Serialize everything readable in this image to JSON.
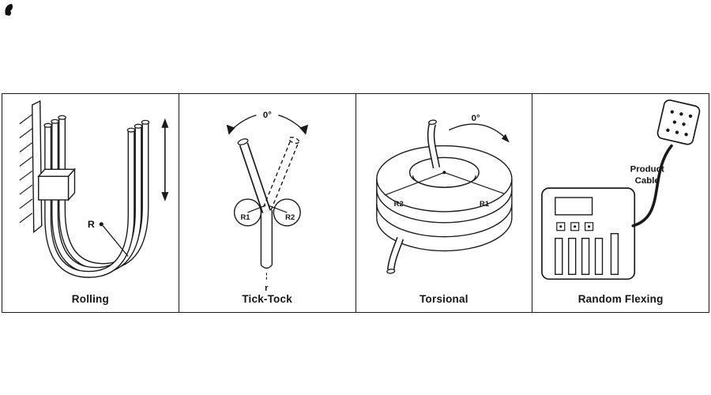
{
  "page": {
    "background": "#ffffff",
    "ink": "#1a1a1a"
  },
  "figure": {
    "panels": [
      {
        "id": "rolling",
        "label": "Rolling",
        "ann": {
          "R": "R"
        }
      },
      {
        "id": "tick-tock",
        "label": "Tick-Tock",
        "ann": {
          "angle": "0°",
          "r1": "R1",
          "r2": "R2",
          "r": "r"
        }
      },
      {
        "id": "torsional",
        "label": "Torsional",
        "ann": {
          "angle": "0°",
          "r1": "R1",
          "r2": "R2"
        }
      },
      {
        "id": "random-flexing",
        "label": "Random Flexing",
        "ann": {
          "cable_line1": "Product",
          "cable_line2": "Cable"
        }
      }
    ]
  }
}
